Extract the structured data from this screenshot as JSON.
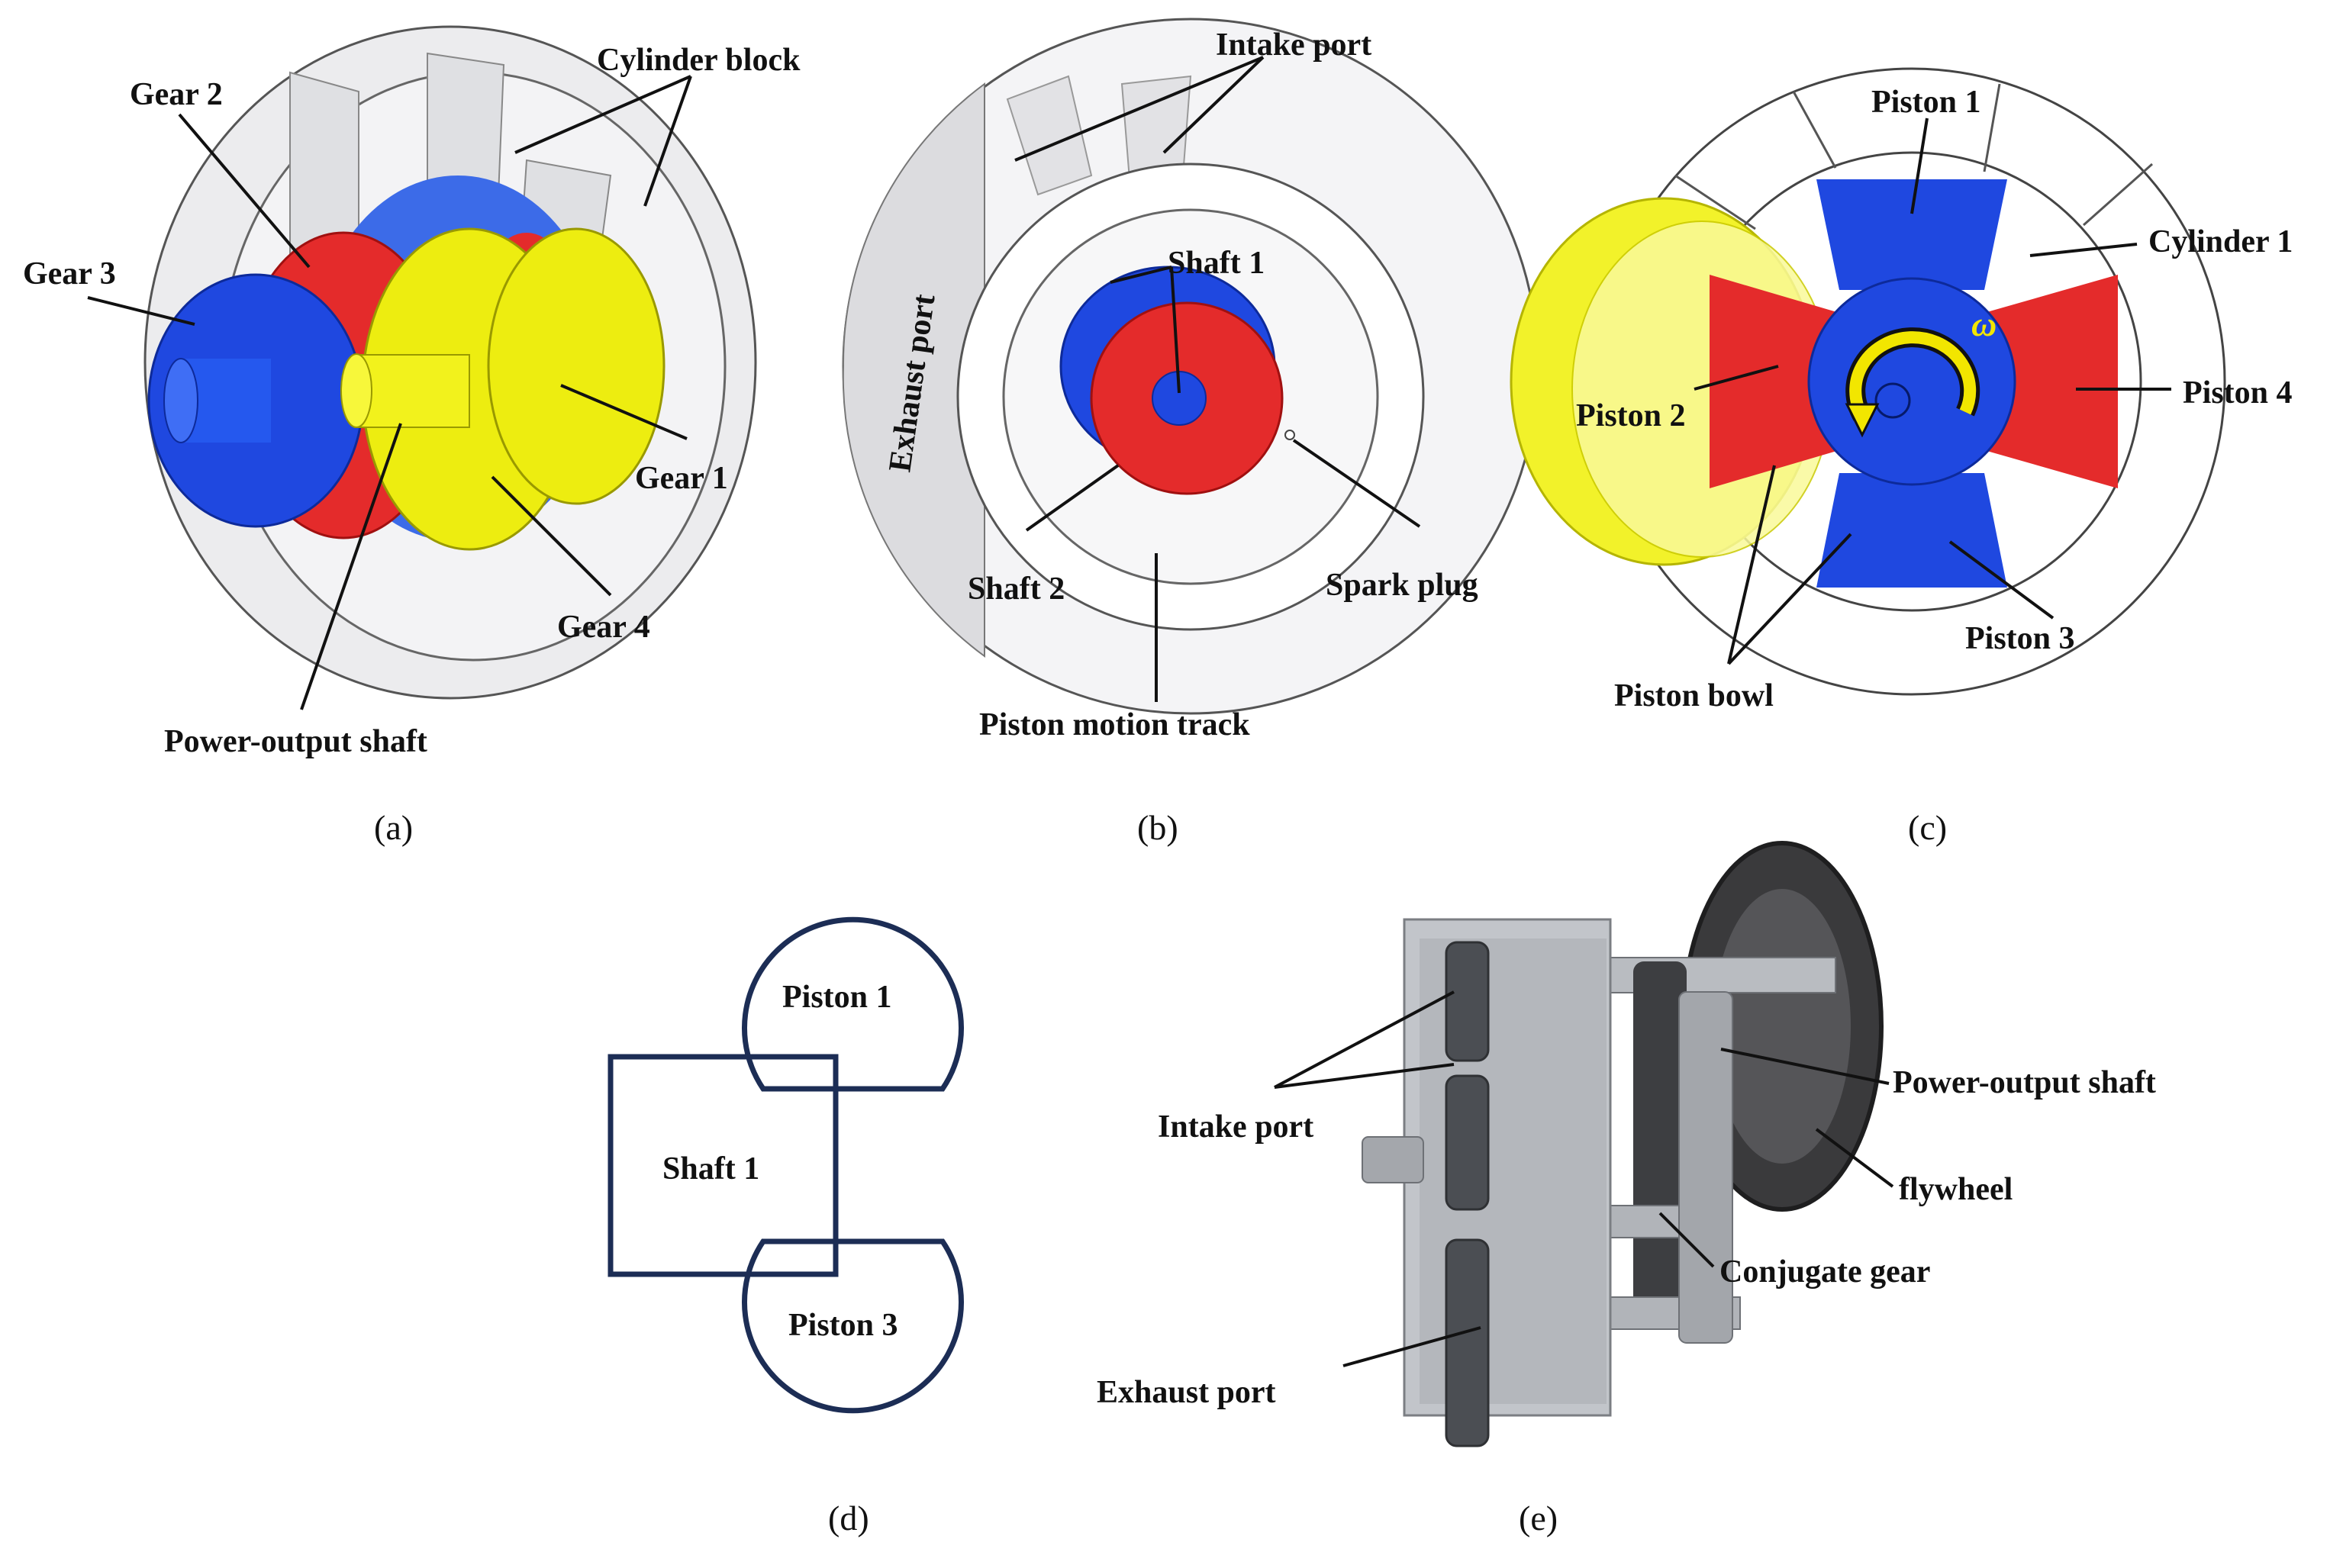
{
  "colors": {
    "blue": "#1f48e0",
    "red": "#e42b2b",
    "yellow": "#eded10",
    "gray": "#e6e6e8",
    "navy": "#1c2d55",
    "metal": "#a9adb3"
  },
  "panel_a": {
    "caption": "(a)",
    "labels": {
      "gear2": "Gear 2",
      "cylinder_block": "Cylinder block",
      "gear3": "Gear 3",
      "gear1": "Gear 1",
      "gear4": "Gear 4",
      "power_output_shaft": "Power-output shaft"
    }
  },
  "panel_b": {
    "caption": "(b)",
    "labels": {
      "intake_port": "Intake port",
      "shaft1": "Shaft 1",
      "exhaust_port": "Exhaust port",
      "shaft2": "Shaft 2",
      "spark_plug": "Spark plug",
      "piston_motion_track": "Piston motion track"
    }
  },
  "panel_c": {
    "caption": "(c)",
    "labels": {
      "piston1": "Piston 1",
      "cylinder1": "Cylinder 1",
      "piston2": "Piston 2",
      "piston4": "Piston 4",
      "piston3": "Piston 3",
      "piston_bowl": "Piston bowl",
      "omega": "ω"
    }
  },
  "panel_d": {
    "caption": "(d)",
    "labels": {
      "piston1": "Piston 1",
      "shaft1": "Shaft 1",
      "piston3": "Piston 3"
    }
  },
  "panel_e": {
    "caption": "(e)",
    "labels": {
      "intake_port": "Intake port",
      "power_output_shaft": "Power-output shaft",
      "flywheel": "flywheel",
      "conjugate_gear": "Conjugate gear",
      "exhaust_port": "Exhaust port"
    }
  }
}
